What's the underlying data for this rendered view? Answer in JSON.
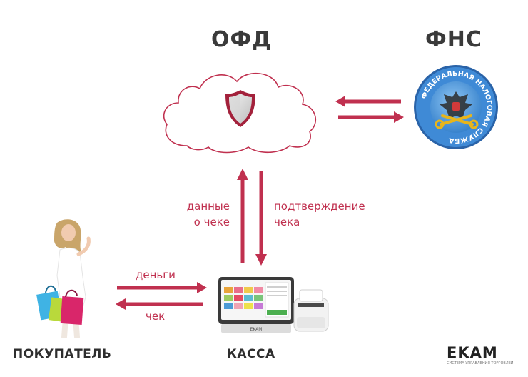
{
  "nodes": {
    "ofd": "ОФД",
    "fns": "ФНС",
    "buyer": "ПОКУПАТЕЛЬ",
    "kassa": "КАССА"
  },
  "emblem": {
    "ring_text": "ФЕДЕРАЛЬНАЯ НАЛОГОВАЯ СЛУЖБА"
  },
  "flows": {
    "money": "деньги",
    "check": "чек",
    "receipt_data_line1": "данные",
    "receipt_data_line2": "о чеке",
    "confirmation_line1": "подтверждение",
    "confirmation_line2": "чека"
  },
  "terminal": {
    "brand": "EKAM"
  },
  "logo": {
    "name": "EKAM",
    "tagline": "СИСТЕМА УПРАВЛЕНИЯ ТОРГОВЛЕЙ"
  },
  "colors": {
    "accent": "#c0304f",
    "title": "#3a3a3a",
    "emblem_blue": "#2a78c6"
  }
}
